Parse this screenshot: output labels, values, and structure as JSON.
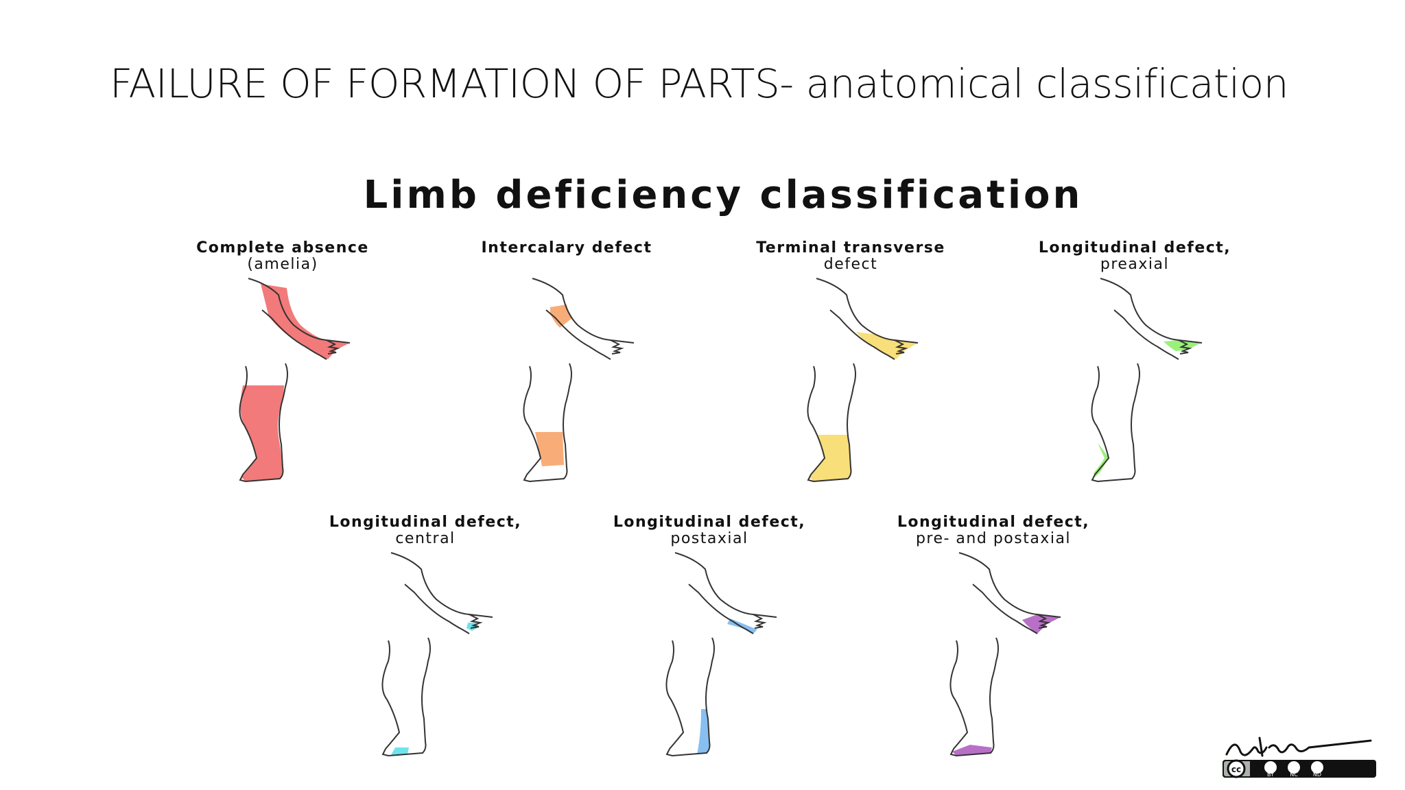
{
  "slide": {
    "title": "FAILURE OF FORMATION OF PARTS- anatomical classification"
  },
  "figure": {
    "title": "Limb deficiency classification",
    "panels": [
      {
        "line1": "Complete absence",
        "line2": "(amelia)",
        "color": "#f26b6b",
        "type": "amelia"
      },
      {
        "line1": "Intercalary defect",
        "line2": "",
        "color": "#f7a46a",
        "type": "intercalary"
      },
      {
        "line1": "Terminal transverse",
        "line2": "defect",
        "color": "#f8dc6a",
        "type": "terminal"
      },
      {
        "line1": "Longitudinal defect,",
        "line2": "preaxial",
        "color": "#8ef06a",
        "type": "preaxial"
      },
      {
        "line1": "Longitudinal defect,",
        "line2": "central",
        "color": "#5fe0ea",
        "type": "central"
      },
      {
        "line1": "Longitudinal defect,",
        "line2": "postaxial",
        "color": "#7ab8f0",
        "type": "postaxial"
      },
      {
        "line1": "Longitudinal defect,",
        "line2": "pre- and postaxial",
        "color": "#b060c0",
        "type": "prepost"
      }
    ]
  },
  "watermark": {
    "license": "CC BY-NC-ND",
    "badges": [
      "BY",
      "NC",
      "ND"
    ]
  }
}
